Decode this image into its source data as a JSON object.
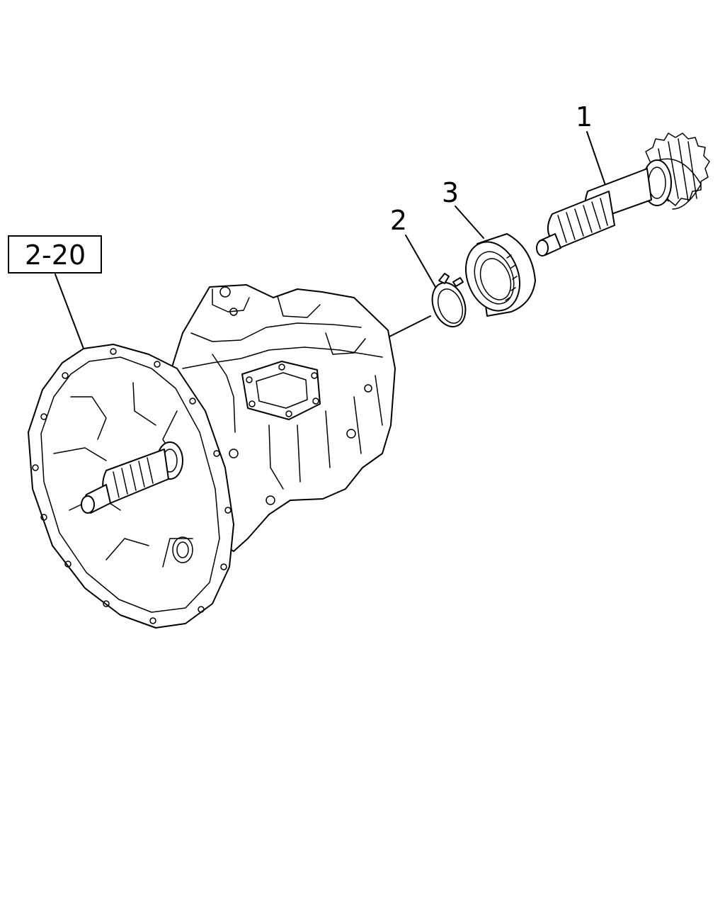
{
  "callouts": {
    "ref_box": "2-20",
    "part_1": "1",
    "part_2": "2",
    "part_3": "3"
  },
  "parts": [
    {
      "number": "1",
      "icon": "gear-shaft-icon"
    },
    {
      "number": "2",
      "icon": "snap-ring-icon"
    },
    {
      "number": "3",
      "icon": "bearing-icon"
    },
    {
      "number": "2-20",
      "icon": "transmission-case-icon"
    }
  ]
}
